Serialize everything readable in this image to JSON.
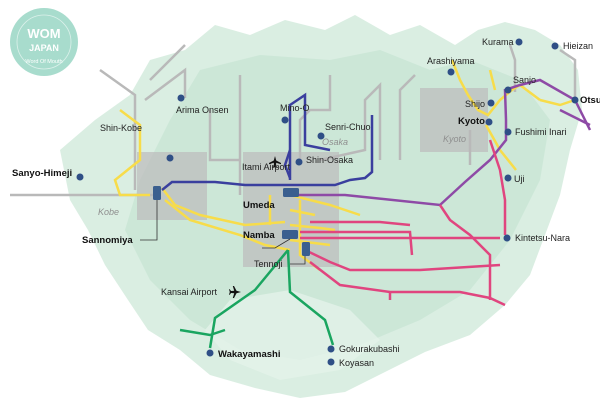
{
  "badge": {
    "line1": "WOM",
    "line2": "JAPAN",
    "tagline": "Word Of Mouth",
    "color": "#a8dccd"
  },
  "city_areas": [
    {
      "id": "kobe",
      "label": "Kobe"
    },
    {
      "id": "osaka",
      "label": "Osaka"
    },
    {
      "id": "kyoto",
      "label": "Kyoto"
    }
  ],
  "stations": {
    "sanyo_himeji": "Sanyo-Himeji",
    "shin_kobe": "Shin-Kobe",
    "sannomiya": "Sannomiya",
    "arima_onsen": "Arima Onsen",
    "mino_o": "Mino-O",
    "senri_chuo": "Senri-Chuo",
    "itami_airport": "Itami Airport",
    "shin_osaka": "Shin-Osaka",
    "umeda": "Umeda",
    "namba": "Namba",
    "tennoji": "Tennoji",
    "kansai_airport": "Kansai Airport",
    "wakayamashi": "Wakayamashi",
    "gokurakubashi": "Gokurakubashi",
    "koyasan": "Koyasan",
    "arashiyama": "Arashiyama",
    "kurama": "Kurama",
    "hieizan": "Hieizan",
    "sanjo": "Sanjo",
    "shijo": "Shijo",
    "kyoto": "Kyoto",
    "otsu": "Otsu",
    "fushimi_inari": "Fushimi Inari",
    "uji": "Uji",
    "kintetsu_nara": "Kintetsu-Nara"
  },
  "colors": {
    "land": "#d6ecdf",
    "city_area": "#bdbdbd",
    "line_grey": "#b9b9b9",
    "line_yellow": "#f7dc4a",
    "line_navy": "#3a3f9e",
    "line_purple": "#8e4aa6",
    "line_pink": "#e0457f",
    "line_green": "#1aa560",
    "station_dot": "#2f4f86",
    "hub": "#3a5f8f"
  }
}
